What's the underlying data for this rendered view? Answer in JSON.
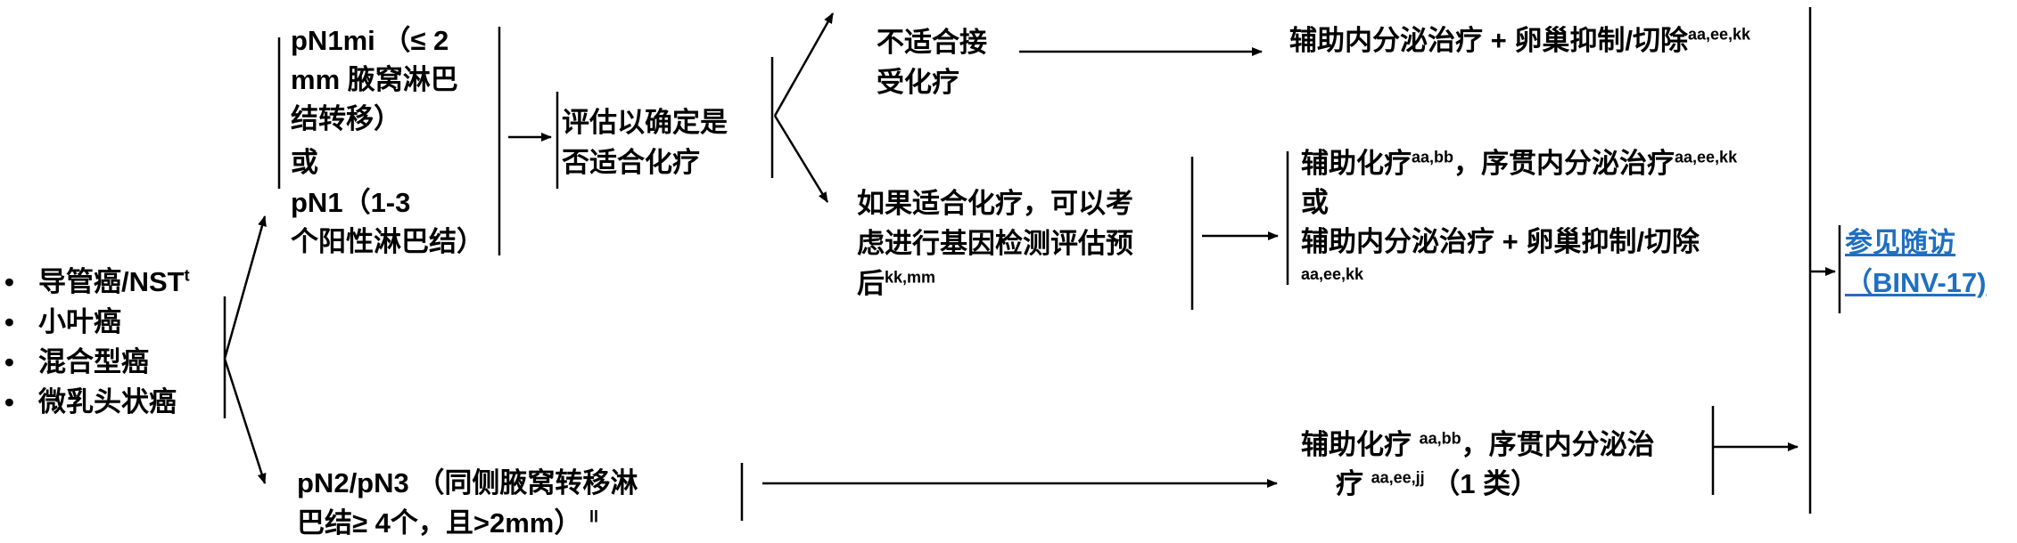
{
  "histology_list": [
    "导管癌/NST",
    "小叶癌",
    "混合型癌",
    "微乳头状癌"
  ],
  "histology_sup": "t",
  "bullet_glyph": "•",
  "pn1": {
    "line1": "pN1mi （≤ 2",
    "line2": "mm 腋窝淋巴",
    "line3": "结转移）",
    "line4": "或",
    "line5": "pN1（1-3",
    "line6": "个阳性淋巴结）"
  },
  "assess": {
    "line1": "评估以确定是",
    "line2": "否适合化疗"
  },
  "not_suitable": {
    "line1": "不适合接",
    "line2": "受化疗"
  },
  "not_suitable_result": {
    "text": "辅助内分泌治疗 + 卵巢抑制/切除",
    "sup": "aa,ee,kk"
  },
  "suitable": {
    "line1": "如果适合化疗，可以考",
    "line2": "虑进行基因检测评估预",
    "line3": "后",
    "line3_sup": "kk,mm"
  },
  "suitable_result": {
    "line1": "辅助化疗",
    "line1_sup1": "aa,bb",
    "line1_mid": "，序贯内分泌治疗",
    "line1_sup2": "aa,ee,kk",
    "line2": "或",
    "line3": "辅助内分泌治疗 + 卵巢抑制/切除",
    "line4_sup": "aa,ee,kk"
  },
  "pn23": {
    "line1": "pN2/pN3 （同侧腋窝转移淋",
    "line2": "巴结≥ 4个，且>2mm）",
    "line2_sup": "ll"
  },
  "pn23_result": {
    "line1": "辅助化疗 ",
    "line1_sup": "aa,bb",
    "line1_tail": "，序贯内分泌治",
    "line2": "疗 ",
    "line2_sup": "aa,ee,jj",
    "line2_tail": " （1 类）"
  },
  "followup": {
    "line1": "参见随访",
    "line2": "（BINV-17)"
  }
}
